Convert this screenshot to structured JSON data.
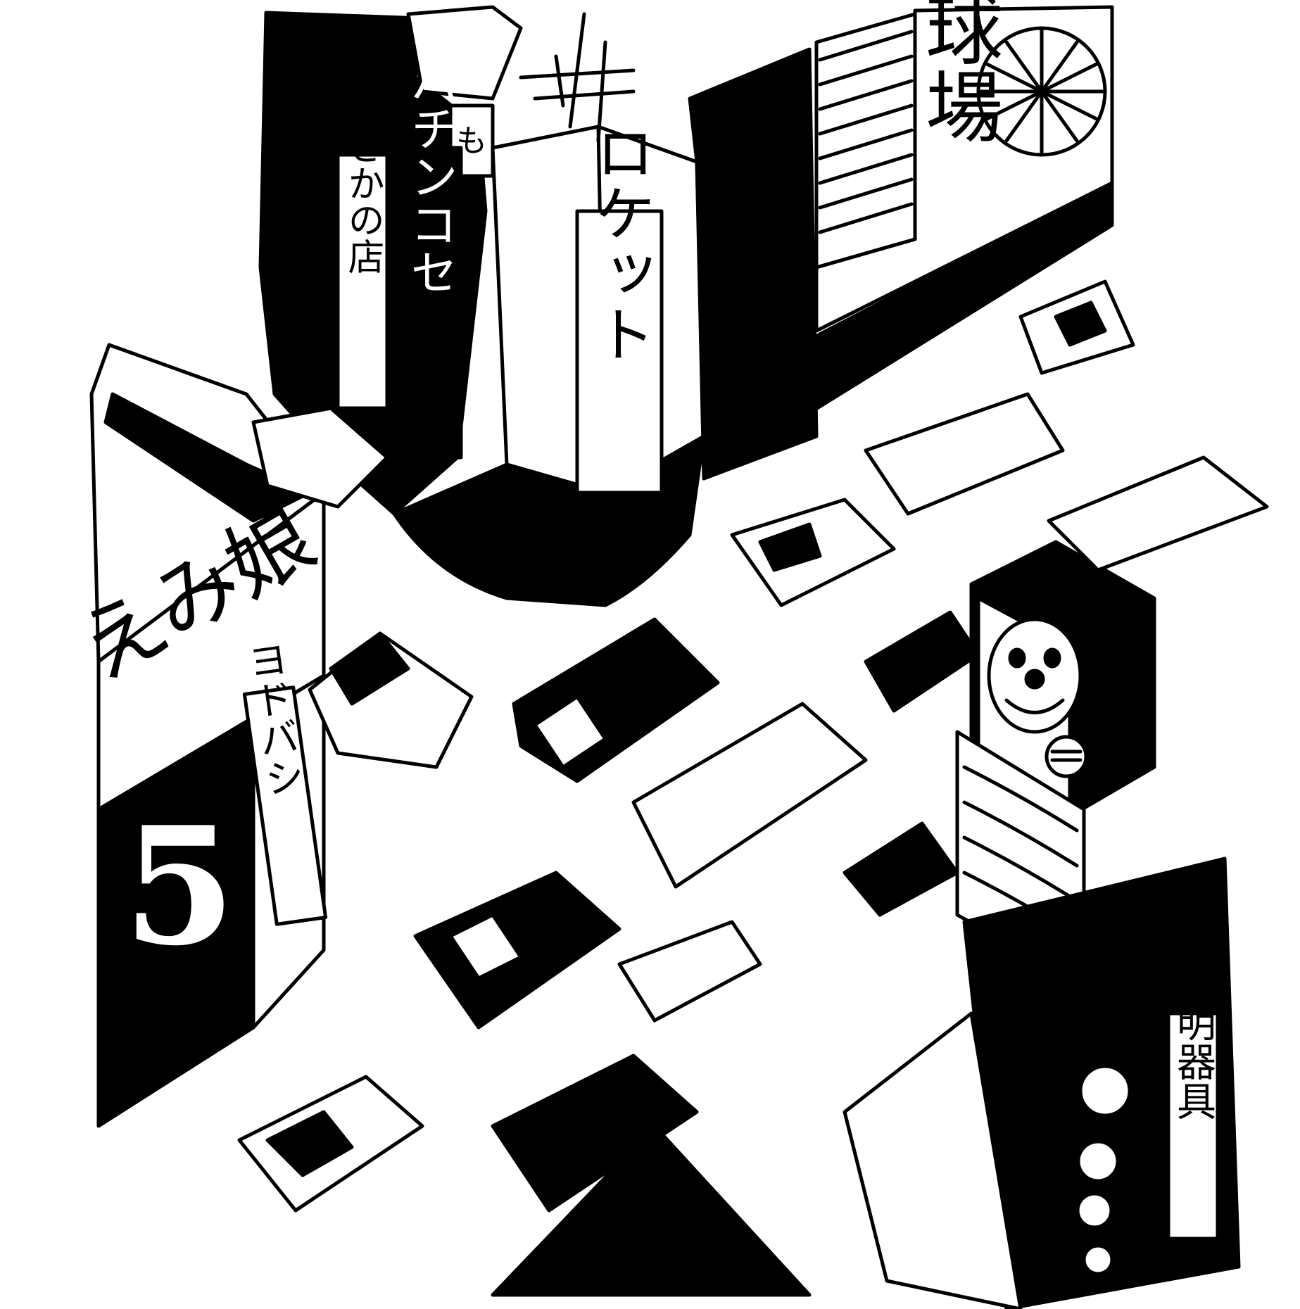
{
  "illustration": {
    "style": "black-and-white ink drawing",
    "colors": {
      "ink": "#000000",
      "paper": "#ffffff"
    }
  },
  "signs": {
    "left_building_number": "5",
    "center_tower_vertical": "ロケット",
    "pachinko_vertical": "パチンコセ",
    "top_left_small_sign": "も",
    "left_tall_sign": "箱さかの店",
    "top_right_billboard": "野球場",
    "left_rooftop_billboard": "えみ娘",
    "left_narrow_sign": "ヨドバシ",
    "bottom_right_vertical_sign": "照明器具"
  }
}
